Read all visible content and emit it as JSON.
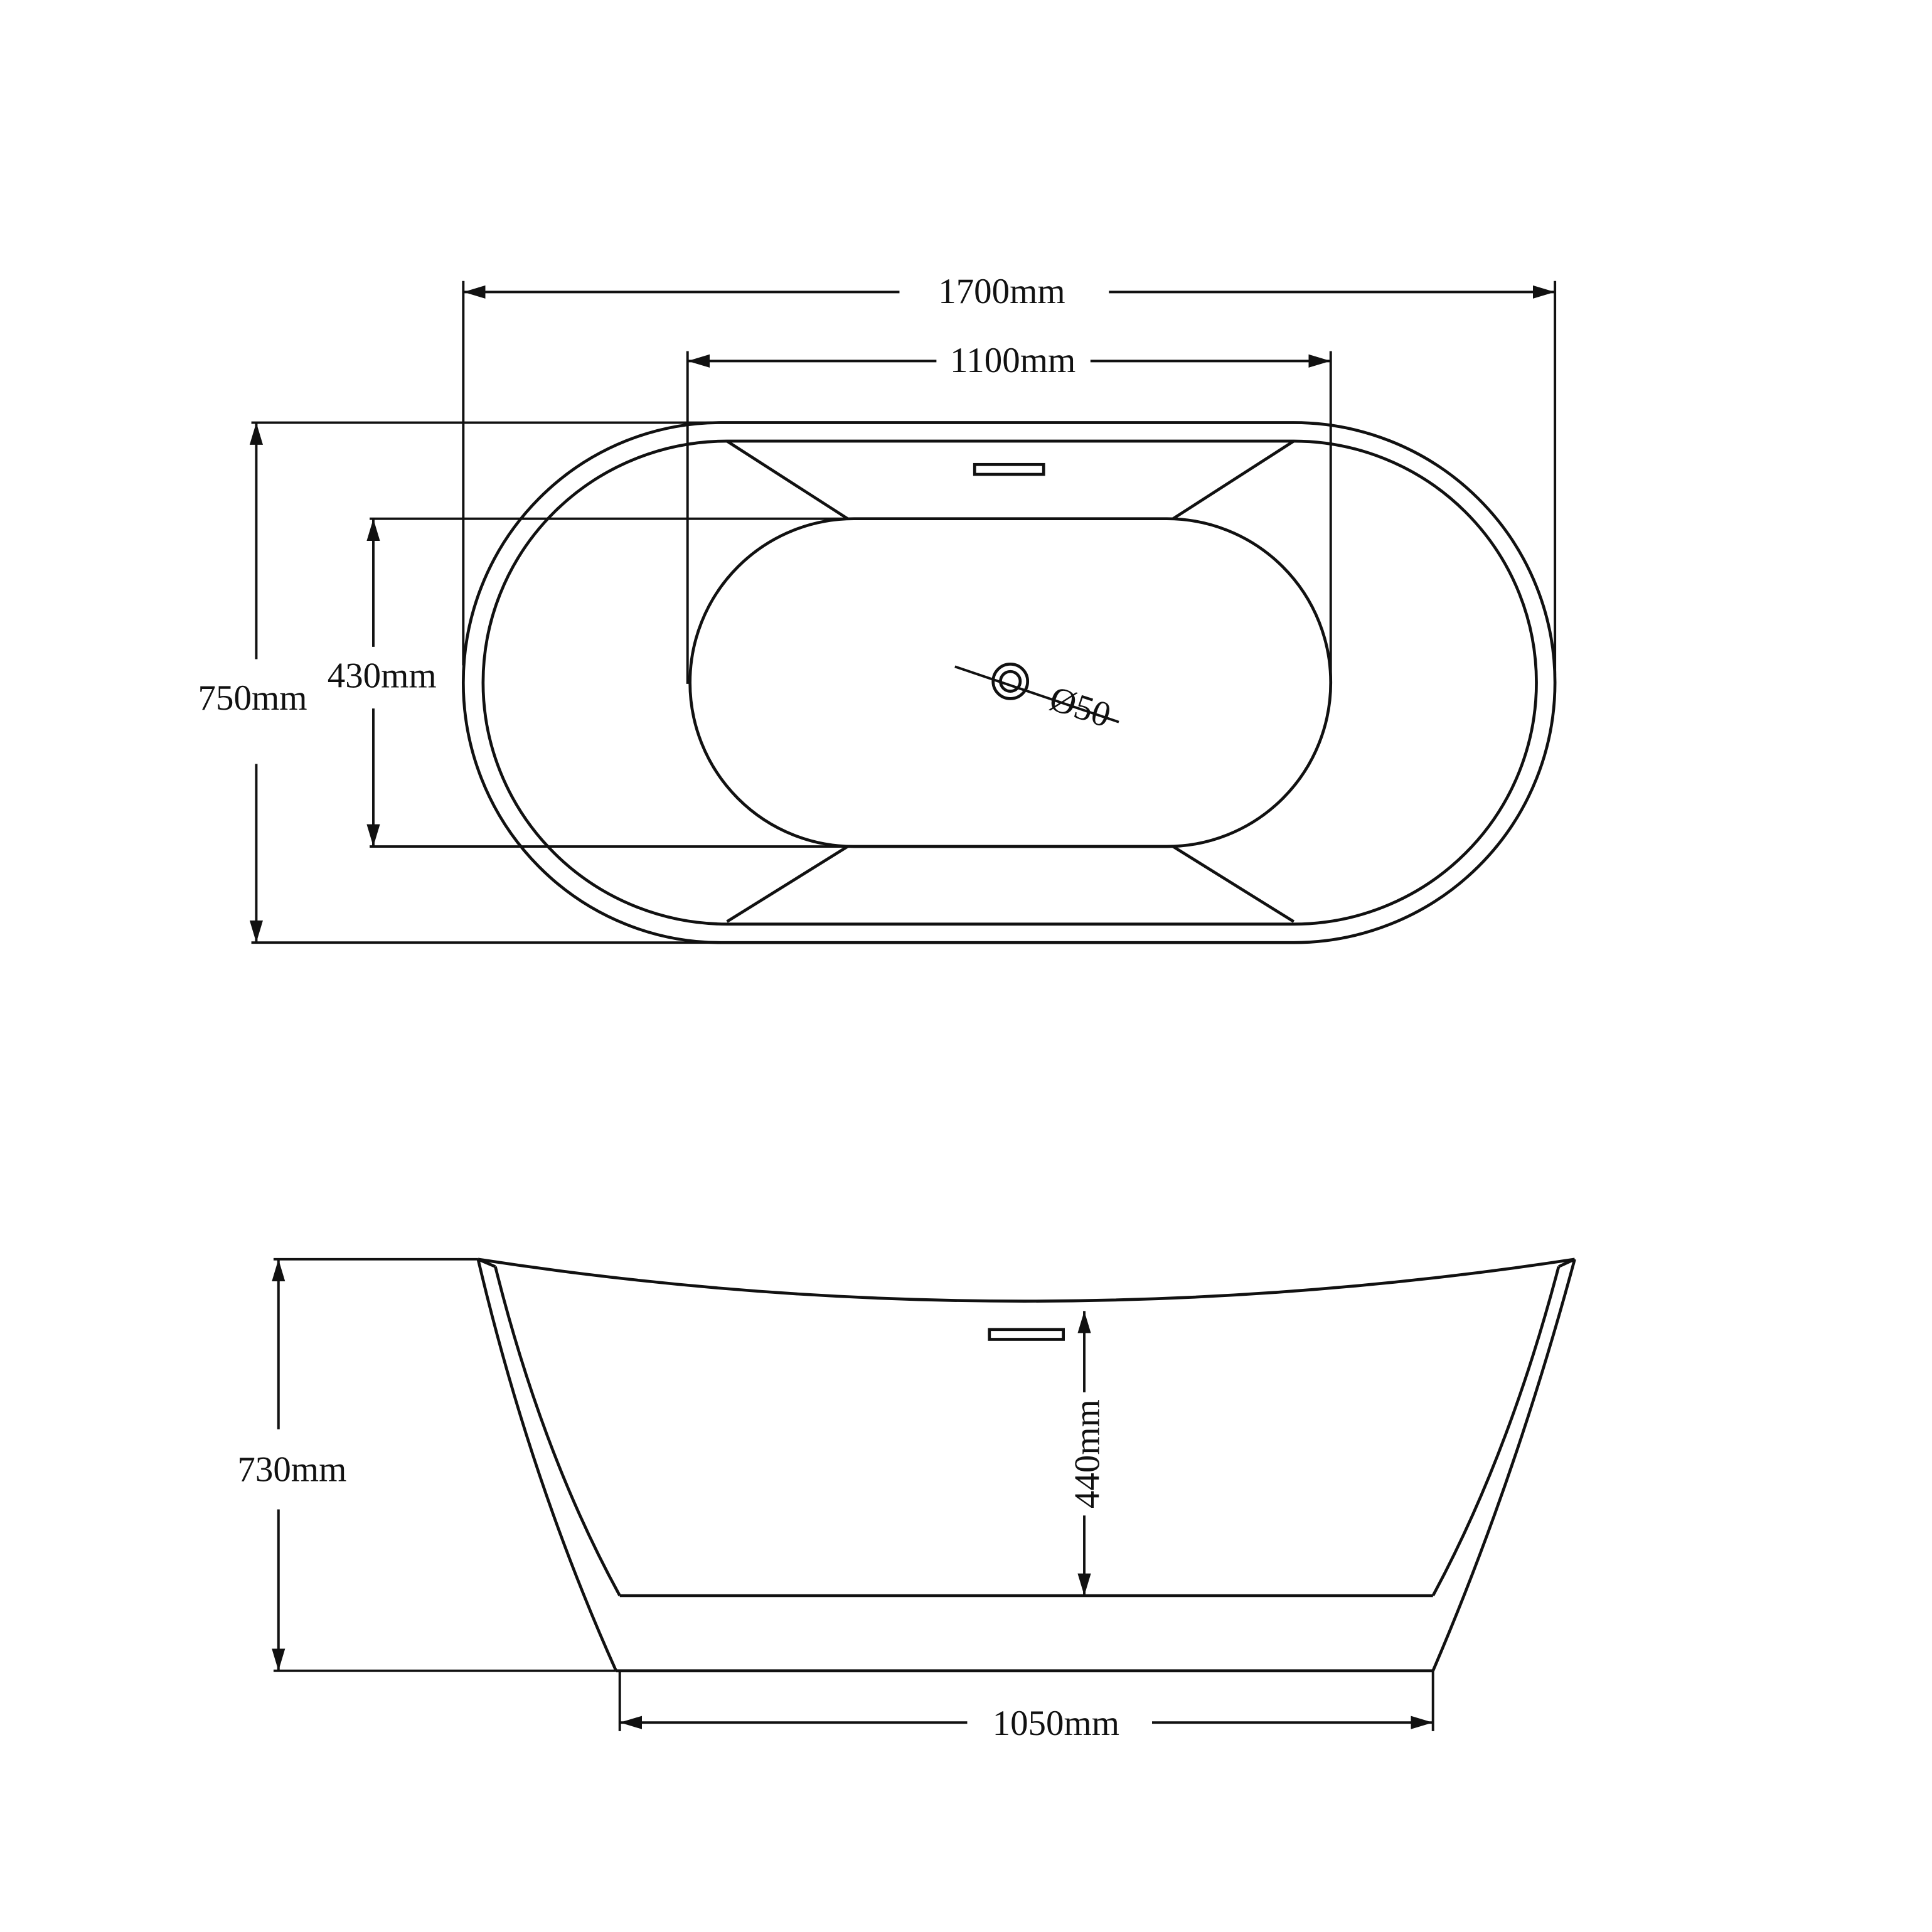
{
  "top_view": {
    "overall_length": "1700mm",
    "basin_length": "1100mm",
    "overall_width": "750mm",
    "basin_width": "430mm",
    "drain_diameter": "Ø50"
  },
  "side_view": {
    "height": "730mm",
    "depth": "440mm",
    "base_length": "1050mm"
  },
  "colors": {
    "line": "#111111",
    "background": "#ffffff"
  }
}
